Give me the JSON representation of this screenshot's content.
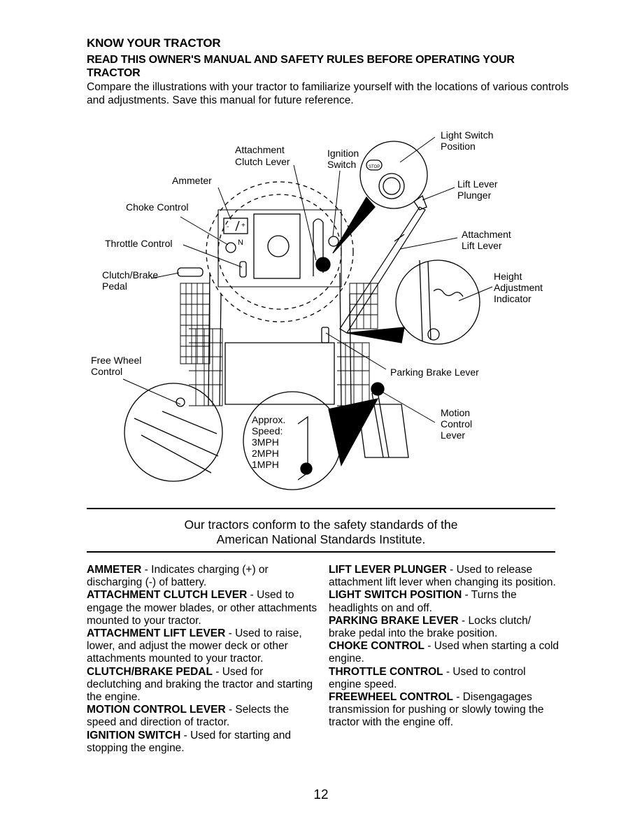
{
  "header": {
    "title": "KNOW YOUR TRACTOR",
    "subtitle": "READ THIS OWNER'S MANUAL AND SAFETY RULES BEFORE OPERATING YOUR TRACTOR",
    "intro": "Compare the illustrations with your tractor to familiarize yourself with the locations of various controls and adjustments. Save this manual for future reference."
  },
  "diagram_labels": {
    "light_switch_1": "Light Switch",
    "light_switch_2": "Position",
    "attachment_clutch_1": "Attachment",
    "attachment_clutch_2": "Clutch Lever",
    "ignition_1": "Ignition",
    "ignition_2": "Switch",
    "ammeter": "Ammeter",
    "lift_plunger_1": "Lift Lever",
    "lift_plunger_2": "Plunger",
    "choke": "Choke Control",
    "attachment_lift_1": "Attachment",
    "attachment_lift_2": "Lift Lever",
    "throttle": "Throttle Control",
    "clutch_brake_1": "Clutch/Brake",
    "clutch_brake_2": "Pedal",
    "height_1": "Height",
    "height_2": "Adjustment",
    "height_3": "Indicator",
    "free_wheel_1": "Free Wheel",
    "free_wheel_2": "Control",
    "parking_brake": "Parking Brake Lever",
    "motion_1": "Motion",
    "motion_2": "Control",
    "motion_3": "Lever",
    "speed_1": "Approx.",
    "speed_2": "Speed:",
    "speed_3": "3MPH",
    "speed_4": "2MPH",
    "speed_5": "1MPH",
    "gauge_minus": "-",
    "gauge_plus": "+",
    "neutral_n": "N",
    "stop_badge": "STOP"
  },
  "standards": {
    "line1": "Our tractors conform to the safety standards of the",
    "line2": "American National Standards Institute."
  },
  "left_column": [
    {
      "term": "AMMETER",
      "desc": " - Indicates charging (+) or discharging (-) of battery."
    },
    {
      "term": "ATTACHMENT CLUTCH LEVER",
      "desc": " - Used to engage the mower blades, or other attachments mounted to your tractor."
    },
    {
      "term": "ATTACHMENT LIFT LEVER",
      "desc": " - Used to raise, lower, and adjust the mower deck or other attachments mounted to your tractor."
    },
    {
      "term": "CLUTCH/BRAKE PEDAL",
      "desc": " - Used for declutching and braking the tractor and starting the engine."
    },
    {
      "term": "MOTION CONTROL LEVER",
      "desc": " - Selects the speed and direction of tractor."
    },
    {
      "term": "IGNITION SWITCH",
      "desc": " - Used for starting and stopping the engine."
    }
  ],
  "right_column": [
    {
      "term": "LIFT LEVER PLUNGER",
      "desc": " - Used to release attachment lift lever when changing its position."
    },
    {
      "term": "LIGHT SWITCH POSITION",
      "desc": " - Turns the headlights on and off."
    },
    {
      "term": "PARKING BRAKE LEVER",
      "desc": " - Locks clutch/ brake pedal into the brake position."
    },
    {
      "term": "CHOKE CONTROL",
      "desc": " - Used when starting a cold engine."
    },
    {
      "term": "THROTTLE CONTROL",
      "desc": " - Used to control engine speed."
    },
    {
      "term": "FREEWHEEL CONTROL",
      "desc": " - Disengagages transmission for pushing or slowly towing the tractor with the engine off."
    }
  ],
  "page_number": "12"
}
